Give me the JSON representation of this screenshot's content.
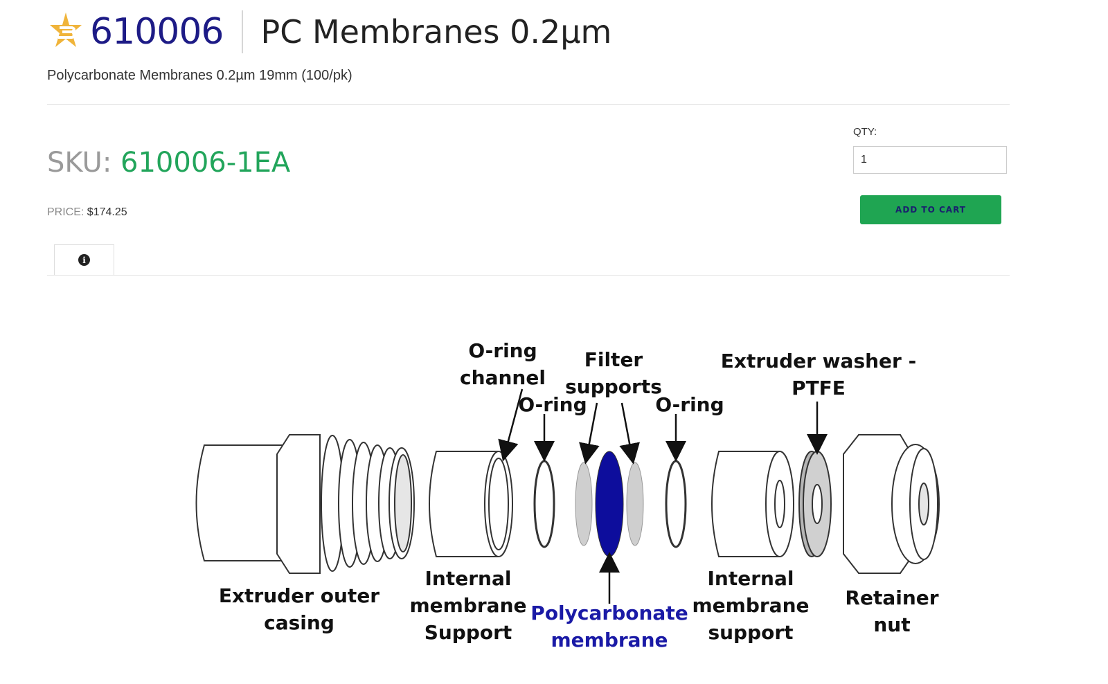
{
  "product": {
    "code": "610006",
    "title": "PC Membranes 0.2µm",
    "subtitle": "Polycarbonate Membranes 0.2µm 19mm (100/pk)"
  },
  "sku": {
    "label": "SKU:",
    "value": "610006-1EA"
  },
  "price": {
    "label": "PRICE:",
    "value": "$174.25"
  },
  "cart": {
    "qty_label": "QTY:",
    "qty_value": "1",
    "add_label": "ADD TO CART"
  },
  "tabs": [
    {
      "icon": "info-icon"
    }
  ],
  "colors": {
    "brand_blue": "#1d1b86",
    "sku_green": "#22a55b",
    "button_green": "#1fa552",
    "membrane_blue": "#1a1aa6"
  },
  "diagram": {
    "labels": {
      "oring_channel_1": "O-ring",
      "oring_channel_2": "channel",
      "oring_left": "O-ring",
      "filter_supports_1": "Filter",
      "filter_supports_2": "supports",
      "oring_right": "O-ring",
      "washer_1": "Extruder washer -",
      "washer_2": "PTFE",
      "casing_1": "Extruder outer",
      "casing_2": "casing",
      "int_support_l_1": "Internal",
      "int_support_l_2": "membrane",
      "int_support_l_3": "Support",
      "membrane_1": "Polycarbonate",
      "membrane_2": "membrane",
      "int_support_r_1": "Internal",
      "int_support_r_2": "membrane",
      "int_support_r_3": "support",
      "nut_1": "Retainer",
      "nut_2": "nut"
    }
  }
}
